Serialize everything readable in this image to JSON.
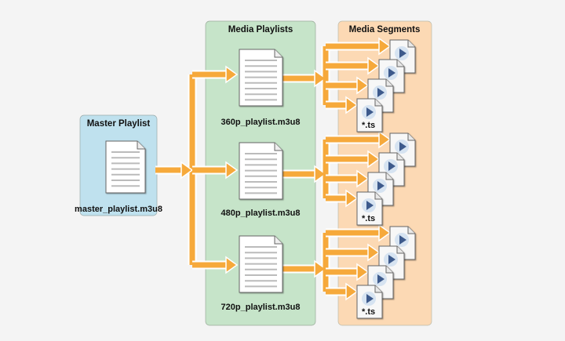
{
  "colors": {
    "background": "#f4f4f4",
    "master_box": "#bfe1ee",
    "playlists_box": "#c6e4c9",
    "segments_box": "#fcd9b4",
    "arrow": "#f6a93b",
    "play_icon": "#3d5a8c"
  },
  "master": {
    "title": "Master Playlist",
    "file": "master_playlist.m3u8",
    "icon": "document-icon"
  },
  "media_playlists": {
    "title": "Media Playlists",
    "items": [
      {
        "file": "360p_playlist.m3u8"
      },
      {
        "file": "480p_playlist.m3u8"
      },
      {
        "file": "720p_playlist.m3u8"
      }
    ]
  },
  "media_segments": {
    "title": "Media Segments",
    "segment_label": "*.ts",
    "icon": "video-file-icon",
    "segments_per_playlist": 4
  }
}
